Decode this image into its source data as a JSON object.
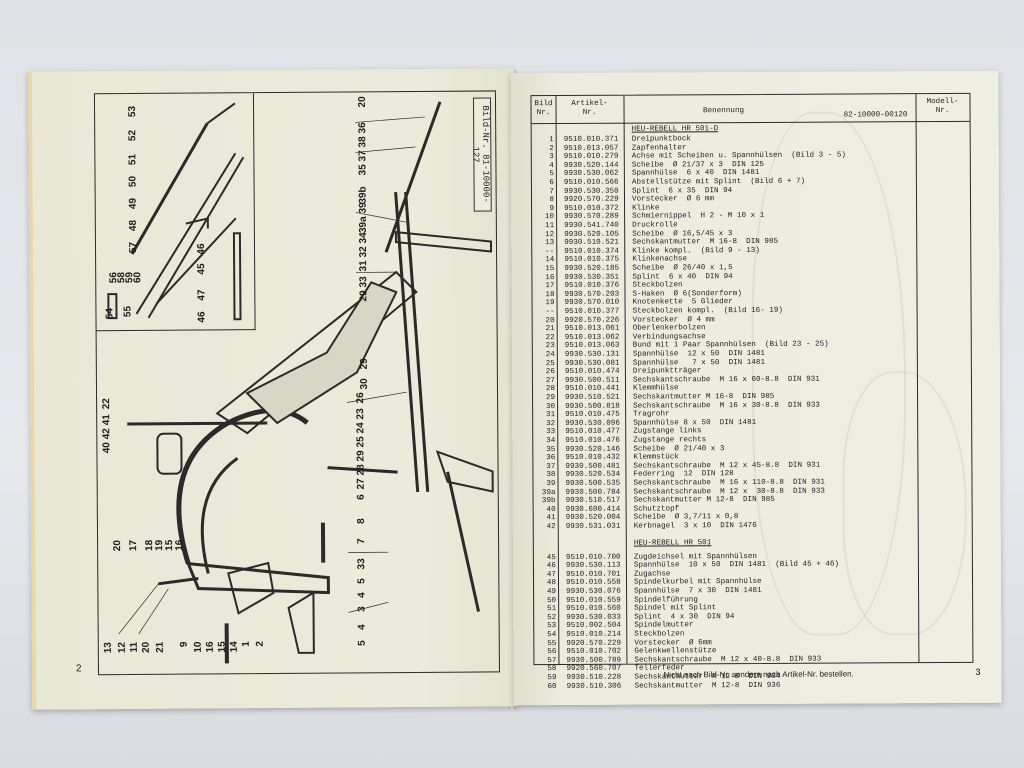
{
  "left_page": {
    "page_number": "2",
    "bild_nr_label": "Bild-Nr.  81-10000-127",
    "inset_callouts": [
      "53",
      "52",
      "51",
      "50",
      "49",
      "48",
      "57",
      "56",
      "58",
      "59",
      "60",
      "55",
      "54",
      "45",
      "46",
      "47",
      "46"
    ],
    "main_callouts": {
      "top_right": [
        "20",
        "36",
        "38",
        "37",
        "35",
        "39b",
        "39",
        "39a",
        "34",
        "32",
        "31",
        "33",
        "29",
        "29",
        "30"
      ],
      "middle": [
        "26",
        "23",
        "24",
        "25",
        "29",
        "28",
        "27",
        "6",
        "8",
        "7",
        "33",
        "5",
        "4",
        "3",
        "4",
        "5"
      ],
      "left": [
        "22",
        "41",
        "42",
        "40"
      ],
      "bottom": [
        "20",
        "17",
        "18",
        "19",
        "15",
        "16",
        "13",
        "12",
        "11",
        "20",
        "21",
        "9",
        "10",
        "16",
        "15",
        "14",
        "1",
        "2"
      ]
    }
  },
  "right_page": {
    "page_number": "3",
    "header": {
      "bild_nr": "Bild\nNr.",
      "artikel_nr": "Artikel-\nNr.",
      "benennung": "Benennung",
      "drawing_ref": "82-10000-00120",
      "modell_nr": "Modell-\nNr."
    },
    "sections": [
      {
        "title": "HEU-REBELL HR 501-D",
        "rows": [
          {
            "bild": "1",
            "artikel": "9510.010.371",
            "benennung": "Dreipunktbock"
          },
          {
            "bild": "2",
            "artikel": "9510.013.057",
            "benennung": "Zapfenhalter"
          },
          {
            "bild": "3",
            "artikel": "9510.010.279",
            "benennung": "Achse mit Scheiben u. Spannhülsen  (Bild 3 - 5)"
          },
          {
            "bild": "4",
            "artikel": "9930.520.144",
            "benennung": "Scheibe  Ø 21/37 x 3  DIN 125"
          },
          {
            "bild": "5",
            "artikel": "9930.530.062",
            "benennung": "Spannhülse  6 x 40  DIN 1481"
          },
          {
            "bild": "6",
            "artikel": "9510.010.566",
            "benennung": "Abstellstütze mit Splint  (Bild 6 + 7)"
          },
          {
            "bild": "7",
            "artikel": "9930.530.350",
            "benennung": "Splint  6 x 35  DIN 94"
          },
          {
            "bild": "8",
            "artikel": "9920.570.229",
            "benennung": "Vorstecker  Ø 6 mm"
          },
          {
            "bild": "9",
            "artikel": "9510.010.372",
            "benennung": "Klinke"
          },
          {
            "bild": "10",
            "artikel": "9930.570.289",
            "benennung": "Schmiernippel  H 2 - M 10 x 1"
          },
          {
            "bild": "11",
            "artikel": "9930.541.740",
            "benennung": "Druckrolle"
          },
          {
            "bild": "12",
            "artikel": "9930.520.105",
            "benennung": "Scheibe  Ø 16,5/45 x 3"
          },
          {
            "bild": "13",
            "artikel": "9930.510.521",
            "benennung": "Sechskantmutter  M 16-8  DIN 985"
          },
          {
            "bild": "--",
            "artikel": "9510.010.374",
            "benennung": "Klinke kompl.  (Bild 9 - 13)"
          },
          {
            "bild": "14",
            "artikel": "9510.010.375",
            "benennung": "Klinkenachse"
          },
          {
            "bild": "15",
            "artikel": "9930.520.185",
            "benennung": "Scheibe  Ø 26/40 x 1,5"
          },
          {
            "bild": "16",
            "artikel": "9930.530.351",
            "benennung": "Splint  6 x 40  DIN 94"
          },
          {
            "bild": "17",
            "artikel": "9510.010.376",
            "benennung": "Steckbolzen"
          },
          {
            "bild": "18",
            "artikel": "9930.570.203",
            "benennung": "S-Haken  Ø 6(Sonderform)"
          },
          {
            "bild": "19",
            "artikel": "9930.570.010",
            "benennung": "Knotenkette  5 Glieder"
          },
          {
            "bild": "--",
            "artikel": "9510.010.377",
            "benennung": "Steckbolzen kompl.  (Bild 16- 19)"
          },
          {
            "bild": "20",
            "artikel": "9920.570.226",
            "benennung": "Vorstecker  Ø 4 mm"
          },
          {
            "bild": "21",
            "artikel": "9510.013.061",
            "benennung": "Oberlenkerbolzen"
          },
          {
            "bild": "22",
            "artikel": "9510.013.062",
            "benennung": "Verbindungsachse"
          },
          {
            "bild": "23",
            "artikel": "9510.013.063",
            "benennung": "Bund mit 1 Paar Spannhülsen  (Bild 23 - 25)"
          },
          {
            "bild": "24",
            "artikel": "9930.530.131",
            "benennung": "Spannhülse  12 x 50  DIN 1481"
          },
          {
            "bild": "25",
            "artikel": "9930.530.081",
            "benennung": "Spannhülse   7 x 50  DIN 1481"
          },
          {
            "bild": "26",
            "artikel": "9510.010.474",
            "benennung": "Dreipunktträger"
          },
          {
            "bild": "27",
            "artikel": "9930.500.511",
            "benennung": "Sechskantschraube  M 16 x 60-8.8  DIN 931"
          },
          {
            "bild": "28",
            "artikel": "9510.010.441",
            "benennung": "Klemmhülse"
          },
          {
            "bild": "29",
            "artikel": "9930.510.521",
            "benennung": "Sechskantmutter M 16-8  DIN 985"
          },
          {
            "bild": "30",
            "artikel": "9930.500.818",
            "benennung": "Sechskantschraube  M 16 x 30-8.8  DIN 933"
          },
          {
            "bild": "31",
            "artikel": "9510.010.475",
            "benennung": "Tragrohr"
          },
          {
            "bild": "32",
            "artikel": "9930.530.096",
            "benennung": "Spannhülse 8 x 50  DIN 1481"
          },
          {
            "bild": "33",
            "artikel": "9510.010.477",
            "benennung": "Zugstange links"
          },
          {
            "bild": "34",
            "artikel": "9510.010.476",
            "benennung": "Zugstange rechts"
          },
          {
            "bild": "35",
            "artikel": "9930.520.146",
            "benennung": "Scheibe  Ø 21/40 x 3"
          },
          {
            "bild": "36",
            "artikel": "9510.010.432",
            "benennung": "Klemmstück"
          },
          {
            "bild": "37",
            "artikel": "9930.500.481",
            "benennung": "Sechskantschraube  M 12 x 45-8.8  DIN 931"
          },
          {
            "bild": "38",
            "artikel": "9930.520.534",
            "benennung": "Federring  12  DIN 128"
          },
          {
            "bild": "39",
            "artikel": "9930.500.535",
            "benennung": "Sechskantschraube  M 16 x 110-8.8  DIN 931"
          },
          {
            "bild": "39a",
            "artikel": "9930.500.784",
            "benennung": "Sechskantschraube  M 12 x  30-8.8  DIN 933"
          },
          {
            "bild": "39b",
            "artikel": "9930.510.517",
            "benennung": "Sechskantmutter M 12-8  DIN 985"
          },
          {
            "bild": "40",
            "artikel": "9930.600.414",
            "benennung": "Schutztopf"
          },
          {
            "bild": "41",
            "artikel": "9930.520.004",
            "benennung": "Scheibe  Ø 3,7/11 x 0,8"
          },
          {
            "bild": "42",
            "artikel": "9930.531.031",
            "benennung": "Kerbnagel  3 x 10  DIN 1476"
          }
        ]
      },
      {
        "title": "HEU-REBELL HR 501",
        "rows": [
          {
            "bild": "45",
            "artikel": "9510.010.700",
            "benennung": "Zugdeichsel mit Spannhülsen"
          },
          {
            "bild": "46",
            "artikel": "9930.530.113",
            "benennung": "Spannhülse  10 x 50  DIN 1481  (Bild 45 + 46)"
          },
          {
            "bild": "47",
            "artikel": "9510.010.701",
            "benennung": "Zugachse"
          },
          {
            "bild": "48",
            "artikel": "9510.010.558",
            "benennung": "Spindelkurbel mit Spannhülse"
          },
          {
            "bild": "49",
            "artikel": "9930.530.076",
            "benennung": "Spannhülse  7 x 30  DIN 1481"
          },
          {
            "bild": "50",
            "artikel": "9510.010.559",
            "benennung": "Spindelführung"
          },
          {
            "bild": "51",
            "artikel": "9510.010.560",
            "benennung": "Spindel mit Splint"
          },
          {
            "bild": "52",
            "artikel": "9930.530.033",
            "benennung": "Splint  4 x 30  DIN 94"
          },
          {
            "bild": "53",
            "artikel": "9510.002.504",
            "benennung": "Spindelmutter"
          },
          {
            "bild": "54",
            "artikel": "9510.010.214",
            "benennung": "Steckbolzen"
          },
          {
            "bild": "55",
            "artikel": "9920.570.229",
            "benennung": "Vorstecker  Ø 6mm"
          },
          {
            "bild": "56",
            "artikel": "9510.010.702",
            "benennung": "Gelenkwellenstütze"
          },
          {
            "bild": "57",
            "artikel": "9930.500.789",
            "benennung": "Sechskantschraube  M 12 x 40-8.8  DIN 933"
          },
          {
            "bild": "58",
            "artikel": "9920.560.707",
            "benennung": "Tellerfeder"
          },
          {
            "bild": "59",
            "artikel": "9930.510.228",
            "benennung": "Sechskantmutter  M 12-8  DIN 934"
          },
          {
            "bild": "60",
            "artikel": "9930.510.306",
            "benennung": "Sechskantmutter  M 12-8  DIN 936"
          }
        ]
      }
    ],
    "order_note": "Nicht nach Bild-Nr. sondern nach Artikel-Nr. bestellen."
  }
}
